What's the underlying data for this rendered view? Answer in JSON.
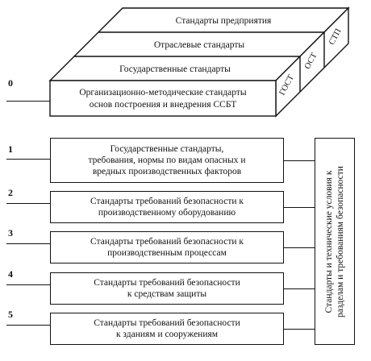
{
  "top_block": {
    "layers": [
      "Стандарты предприятия",
      "Отраслевые стандарты",
      "Государственные стандарты"
    ],
    "front": "Организационно-методические стандарты\nоснов построения и внедрения ССБТ",
    "side_labels": [
      "ГОСТ",
      "ОСТ",
      "СТП"
    ]
  },
  "groups": [
    {
      "number": "0"
    },
    {
      "number": "1",
      "text": "Государственные стандарты,\nтребования,  нормы по видам опасных и\nвредных производственных факторов"
    },
    {
      "number": "2",
      "text": "Стандарты требований безопасности к\nпроизводственному оборудованию"
    },
    {
      "number": "3",
      "text": "Стандарты требований безопасности к\nпроизводственным процессам"
    },
    {
      "number": "4",
      "text": "Стандарты требований безопасности\nк средствам защиты"
    },
    {
      "number": "5",
      "text": "Стандарты требований безопасности\nк зданиям и сооружениям"
    }
  ],
  "side_box": {
    "text": "Стандарты и технические условия к\nразделам и требованиям безопасности"
  }
}
